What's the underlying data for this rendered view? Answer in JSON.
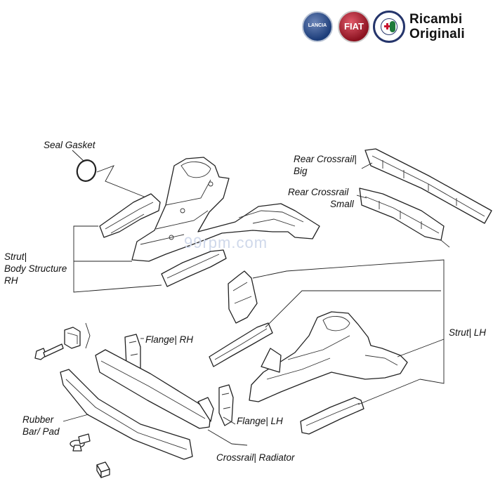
{
  "brand": {
    "line1": "Ricambi",
    "line2": "Originali",
    "badges": [
      {
        "icon": "lancia-badge-icon",
        "text": "LANCIA",
        "color": "#1c3d7a"
      },
      {
        "icon": "fiat-badge-icon",
        "text": "FIAT",
        "color": "#8c1220"
      },
      {
        "icon": "alfa-romeo-badge-icon",
        "text": "",
        "color": "#25356b"
      }
    ]
  },
  "watermark": "99rpm.com",
  "labels": {
    "seal_gasket": "Seal Gasket",
    "rear_crossrail_big_1": "Rear Crossrail|",
    "rear_crossrail_big_2": "Big",
    "rear_crossrail_small_1": "Rear Crossrail",
    "rear_crossrail_small_2": "Small",
    "strut_rh_1": "Strut|",
    "strut_rh_2": "Body Structure",
    "strut_rh_3": "RH",
    "flange_rh": "Flange| RH",
    "strut_lh": "Strut| LH",
    "rubber_1": "Rubber",
    "rubber_2": "Bar/ Pad",
    "flange_lh": "Flange| LH",
    "crossrail_radiator": "Crossrail| Radiator"
  }
}
